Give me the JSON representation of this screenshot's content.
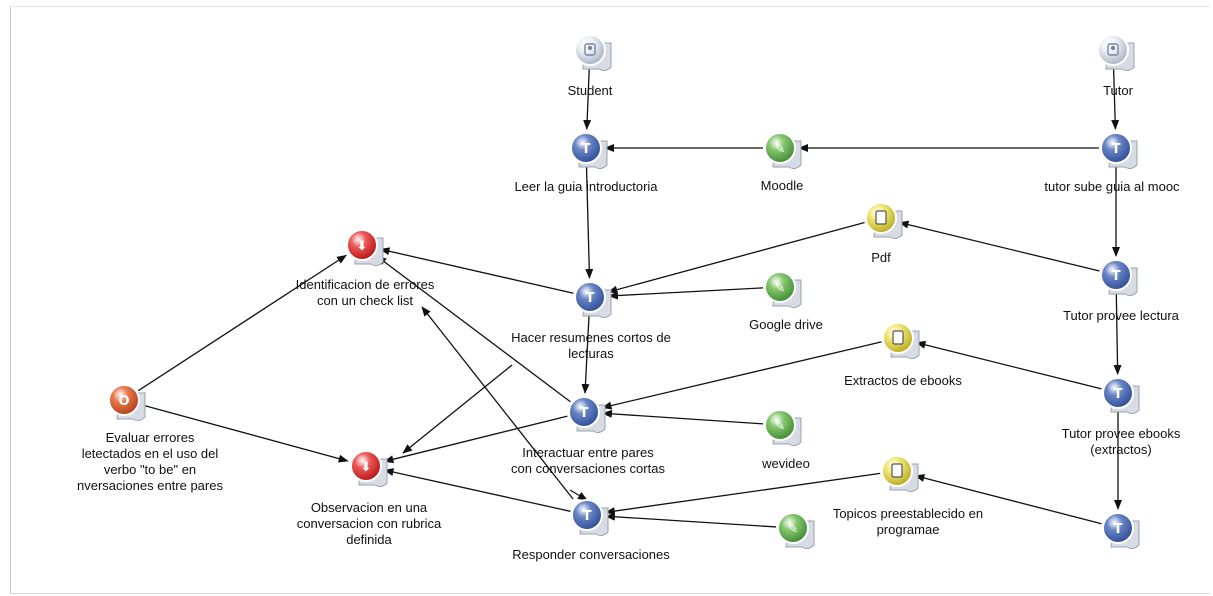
{
  "colors": {
    "T": [
      "#6b86c6",
      "#2f4c97"
    ],
    "W": [
      "#86c86e",
      "#3f8a34"
    ],
    "D": [
      "#f1ea7a",
      "#b8a91c"
    ],
    "O": [
      "#ea7b4d",
      "#b23e1a"
    ],
    "X": [
      "#ee5a5a",
      "#b51414"
    ],
    "P": [
      "#eef1f6",
      "#a7b1c4"
    ]
  },
  "nodes": {
    "student": {
      "kind": "P",
      "icon": "person-icon",
      "lines": [
        "Student"
      ]
    },
    "tutor": {
      "kind": "P",
      "icon": "person-icon",
      "lines": [
        "Tutor"
      ]
    },
    "leer": {
      "kind": "T",
      "icon": "task-icon",
      "glyph": "T",
      "lines": [
        "Leer la guia introductoria"
      ]
    },
    "moodle": {
      "kind": "W",
      "icon": "tool-icon",
      "glyph": "✎",
      "lines": [
        "Moodle"
      ]
    },
    "tutor_sube": {
      "kind": "T",
      "icon": "task-icon",
      "glyph": "T",
      "lines": [
        "tutor sube guia al mooc"
      ]
    },
    "pdf": {
      "kind": "D",
      "icon": "document-icon",
      "lines": [
        "Pdf"
      ]
    },
    "identificacion": {
      "kind": "X",
      "icon": "assessment-icon",
      "glyph": "⬇",
      "lines": [
        "Identificacion de errores",
        "con un check list"
      ]
    },
    "hacer": {
      "kind": "T",
      "icon": "task-icon",
      "glyph": "T",
      "lines": [
        "Hacer resumenes cortos de",
        "lecturas"
      ]
    },
    "google": {
      "kind": "W",
      "icon": "tool-icon",
      "glyph": "✎",
      "lines": [
        "Google drive"
      ]
    },
    "tutor_provee_lectura": {
      "kind": "T",
      "icon": "task-icon",
      "glyph": "T",
      "lines": [
        "Tutor provee lectura"
      ]
    },
    "extractos": {
      "kind": "D",
      "icon": "document-icon",
      "lines": [
        "Extractos de ebooks"
      ]
    },
    "evaluar": {
      "kind": "O",
      "icon": "objective-icon",
      "glyph": "O",
      "lines": [
        "Evaluar errores",
        "letectados en el uso del",
        "verbo \"to be\" en",
        "nversaciones entre pares"
      ]
    },
    "interactuar": {
      "kind": "T",
      "icon": "task-icon",
      "glyph": "T",
      "lines": [
        "Interactuar entre pares",
        "con conversaciones cortas"
      ]
    },
    "wevideo": {
      "kind": "W",
      "icon": "tool-icon",
      "glyph": "✎",
      "lines": [
        "wevideo"
      ]
    },
    "tutor_provee_ebooks": {
      "kind": "T",
      "icon": "task-icon",
      "glyph": "T",
      "lines": [
        "Tutor provee ebooks",
        "(extractos)"
      ]
    },
    "observacion": {
      "kind": "X",
      "icon": "assessment-icon",
      "glyph": "⬇",
      "lines": [
        "Observacion en una",
        "conversacion con rubrica",
        "definida"
      ]
    },
    "topicos": {
      "kind": "D",
      "icon": "document-icon",
      "lines": [
        "Topicos preestablecido en",
        "programae"
      ]
    },
    "responder": {
      "kind": "T",
      "icon": "task-icon",
      "glyph": "T",
      "lines": [
        "Responder conversaciones"
      ]
    },
    "tool4": {
      "kind": "W",
      "icon": "tool-icon",
      "glyph": "✎",
      "lines": []
    },
    "tutor_t4": {
      "kind": "T",
      "icon": "task-icon",
      "glyph": "T",
      "lines": []
    }
  }
}
